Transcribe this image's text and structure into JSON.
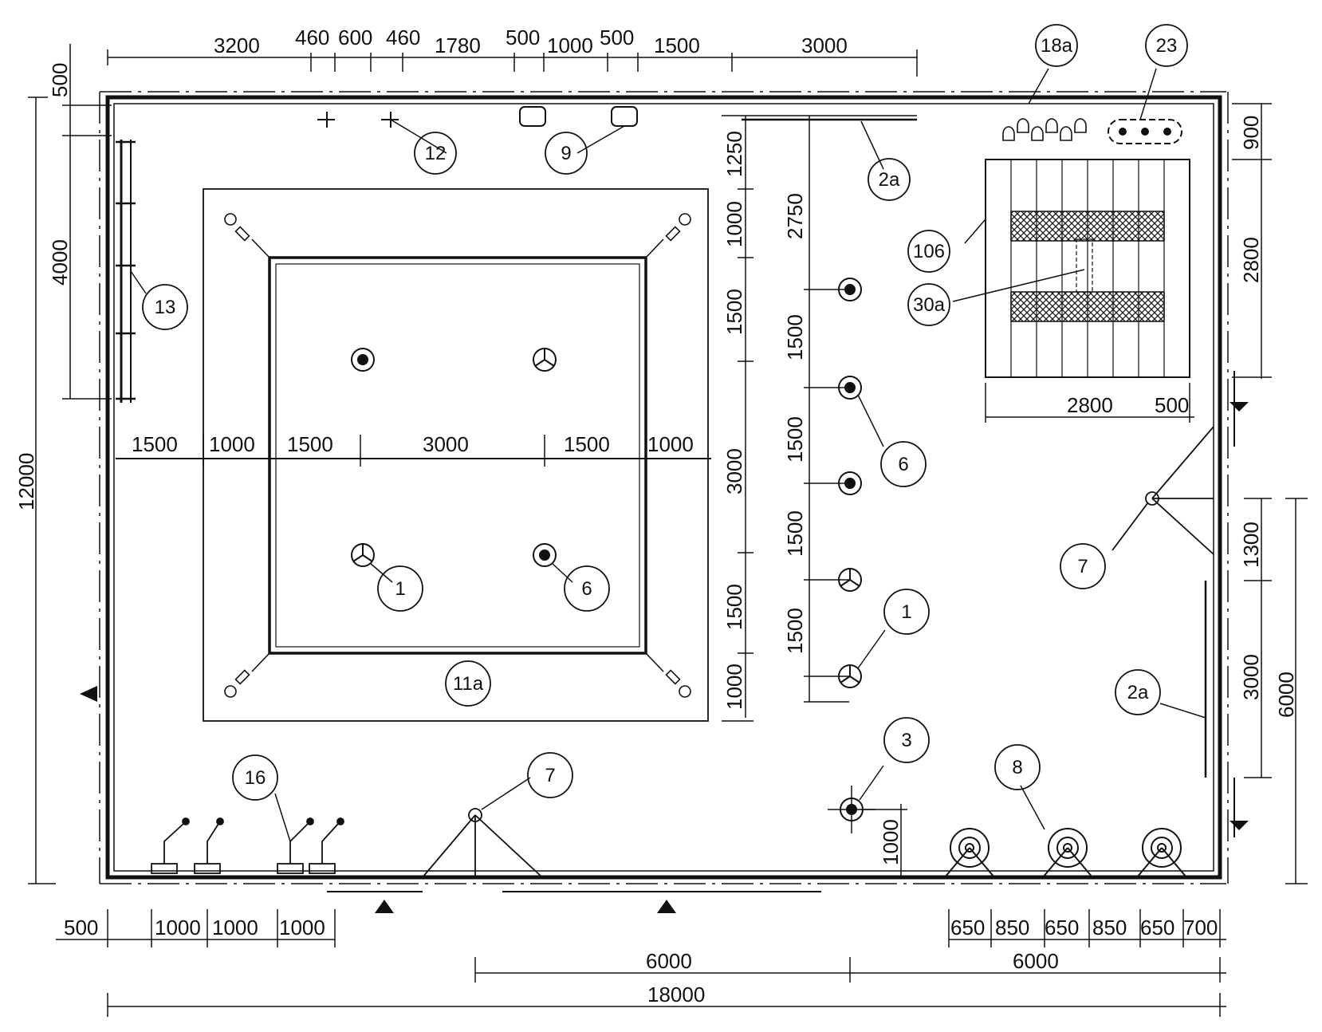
{
  "colors": {
    "ink": "#111111",
    "paper": "#ffffff"
  },
  "dimensions": {
    "top": [
      "3200",
      "460",
      "600",
      "460",
      "1780",
      "500",
      "1000",
      "500",
      "1500",
      "3000"
    ],
    "top_left_offset": "500",
    "left_overall": "12000",
    "left_4000": "4000",
    "middle_row": [
      "1500",
      "1000",
      "1500",
      "3000",
      "1500",
      "1000"
    ],
    "mid_vertical": [
      "1250",
      "1000",
      "1500",
      "3000",
      "1500",
      "1000"
    ],
    "col_vertical": [
      "2750",
      "1500",
      "1500",
      "1500",
      "1500"
    ],
    "right_vertical": [
      "900",
      "2800",
      "1300",
      "3000",
      "6000"
    ],
    "stage_width": "2800",
    "stage_gap": "500",
    "floor_1000": "1000",
    "bottom_left": [
      "500",
      "1000",
      "1000",
      "1000"
    ],
    "bottom_right": [
      "650",
      "850",
      "650",
      "850",
      "650",
      "700"
    ],
    "bottom_6000_a": "6000",
    "bottom_6000_b": "6000",
    "bottom_overall": "18000"
  },
  "callouts": {
    "c18a": "18a",
    "c23": "23",
    "c12": "12",
    "c9": "9",
    "c2a_top": "2a",
    "c106": "106",
    "c30a": "30a",
    "c13": "13",
    "c6_right": "6",
    "c7_right": "7",
    "c1_left": "1",
    "c6_left": "6",
    "c1_right": "1",
    "c11a": "11a",
    "c2a_right": "2a",
    "c3": "3",
    "c8": "8",
    "c7_bottom": "7",
    "c16": "16"
  }
}
